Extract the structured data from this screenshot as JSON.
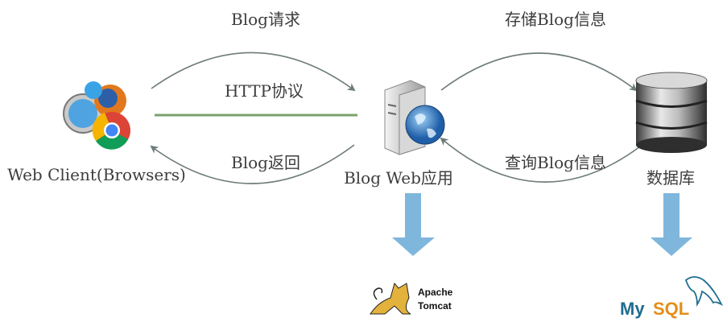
{
  "labels": {
    "blog_request": "Blog请求",
    "http_protocol": "HTTP协议",
    "blog_return": "Blog返回",
    "store_blog": "存储Blog信息",
    "query_blog": "查询Blog信息",
    "web_client": "Web Client(Browsers)",
    "blog_web_app": "Blog Web应用",
    "database": "数据库"
  },
  "logos": {
    "tomcat_line1": "Apache",
    "tomcat_line2": "Tomcat",
    "mysql_my": "My",
    "mysql_sql": "SQL"
  },
  "colors": {
    "arc": "#6e7b7b",
    "http_line": "#7aa36b",
    "down_arrow": "#7fb6dc",
    "mysql_blue": "#1f6d8f",
    "mysql_orange": "#e48e1a",
    "tomcat_yellow": "#e3b23c"
  }
}
